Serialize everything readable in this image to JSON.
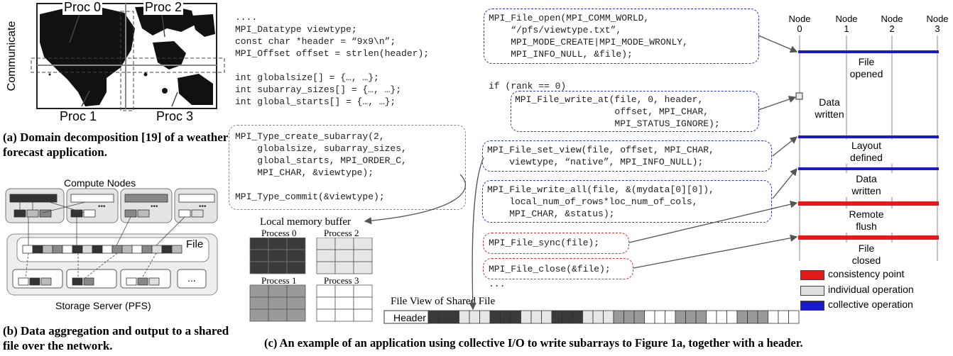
{
  "panel_a": {
    "proc_labels": [
      "Proc 0",
      "Proc 2",
      "Proc 1",
      "Proc 3"
    ],
    "side_label": "Communicate",
    "caption": "(a) Domain decomposition [19] of a weather forecast application."
  },
  "panel_b": {
    "compute_title": "Compute Nodes",
    "file_label": "File",
    "ellipsis": "...",
    "storage_label": "Storage Server (PFS)",
    "caption": "(b) Data aggregation and output to a shared file over the network."
  },
  "code": {
    "block1": "....\nMPI_Datatype viewtype;\nconst char *header = “9x9\\n”;\nMPI_Offset offset = strlen(header);\n\nint globalsize[] = {…, …};\nint subarray_sizes[] = {…, …};\nint global_starts[] = {…, …};",
    "block2": "MPI_Type_create_subarray(2,\n    globalsize, subarray_sizes,\n    global_starts, MPI_ORDER_C,\n    MPI_CHAR, &viewtype);\n\nMPI_Type_commit(&viewtype);",
    "open": "MPI_File_open(MPI_COMM_WORLD,\n    “/pfs/viewtype.txt”,\n    MPI_MODE_CREATE|MPI_MODE_WRONLY,\n    MPI_INFO_NULL, &file);",
    "if_line": "if (rank == 0)",
    "write_at": "MPI_File_write_at(file, 0, header,\n                  offset, MPI_CHAR,\n                  MPI_STATUS_IGNORE);",
    "set_view": "MPI_File_set_view(file, offset, MPI_CHAR,\n    viewtype, “native”, MPI_INFO_NULL);",
    "write_all": "MPI_File_write_all(file, &(mydata[0][0]),\n    local_num_of_rows*loc_num_of_cols,\n    MPI_CHAR, &status);",
    "sync": "MPI_File_sync(file);",
    "close": "MPI_File_close(&file);",
    "trailing": "..."
  },
  "memory": {
    "title": "Local memory buffer",
    "processes": [
      "Process 0",
      "Process 2",
      "Process 1",
      "Process 3"
    ],
    "colors": [
      "#3a3a3a",
      "#e6e6e6",
      "#9a9a9a",
      "#ffffff"
    ]
  },
  "file_view": {
    "title": "File View of Shared File",
    "header": "Header"
  },
  "timeline": {
    "nodes": [
      {
        "label": "Node",
        "num": "0"
      },
      {
        "label": "Node",
        "num": "1"
      },
      {
        "label": "Node",
        "num": "2"
      },
      {
        "label": "Node",
        "num": "3"
      }
    ],
    "events": [
      {
        "line1": "File",
        "line2": "opened"
      },
      {
        "line1": "Data",
        "line2": "written"
      },
      {
        "line1": "Layout",
        "line2": "defined"
      },
      {
        "line1": "Data",
        "line2": "written"
      },
      {
        "line1": "Remote",
        "line2": "flush"
      },
      {
        "line1": "File",
        "line2": "closed"
      }
    ],
    "legend": [
      {
        "label": "consistency point",
        "color": "#e41a1a"
      },
      {
        "label": "individual operation",
        "color": "#e0e0e0"
      },
      {
        "label": "collective operation",
        "color": "#1a1acc"
      }
    ]
  },
  "caption_c": "(c) An example of an application using collective I/O to write subarrays to Figure 1a, together with a header."
}
